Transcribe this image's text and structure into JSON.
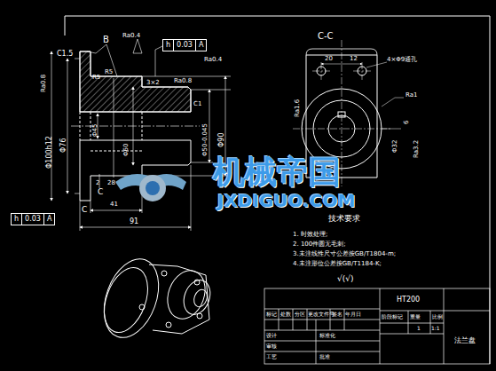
{
  "diagram": {
    "nodes": [
      {
        "text": [
          "h",
          "0.03",
          "A"
        ]
      },
      {
        "text": [
          "h",
          "0.03",
          "A"
        ]
      }
    ],
    "labels": [
      "B",
      "C1.5",
      "Ra0.4",
      "Ra0.4",
      "Ra0.8",
      "R5",
      "R5",
      "3×2",
      "Ra0.8",
      "Φ100h12",
      "Φ76",
      "Φ45",
      "Φ60",
      "C1",
      "Φ50-0.045",
      "Φ90",
      "2",
      "28",
      "C",
      "C",
      "41",
      "91",
      "C-C",
      "20",
      "12",
      "4×Φ9通孔",
      "Ra1.6",
      "Ra1",
      "Φ32",
      "6",
      "Ra3.2",
      "机械帝国",
      "JXDIGUO.COM",
      "技术要求",
      "1. 时效处理;",
      "2. 100件圆无毛刺;",
      "3.未注线性尺寸公差按GB/T1804-m;",
      "4.未注形位公差按GB/T1184-K;",
      "√(√)",
      "HT200",
      "法兰盘",
      "标记",
      "处数",
      "分区",
      "更改文件号",
      "签名",
      "年月日",
      "设计",
      "标准化",
      "阶段标记",
      "重量",
      "比例",
      "1",
      "1:1",
      "审核",
      "工艺",
      "批准"
    ]
  }
}
